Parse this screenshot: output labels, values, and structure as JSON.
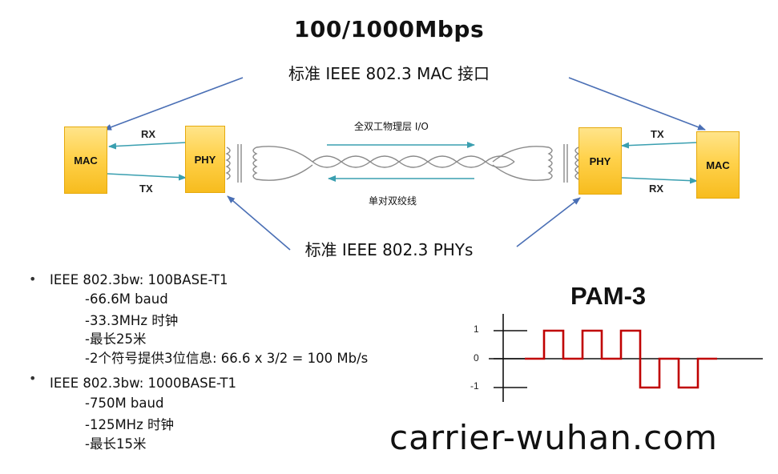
{
  "title": "100/1000Mbps",
  "mac_interface_label": "标准 IEEE 802.3 MAC 接口",
  "phy_label": "标准 IEEE 802.3 PHYs",
  "diagram": {
    "left_mac": "MAC",
    "left_phy": "PHY",
    "right_phy": "PHY",
    "right_mac": "MAC",
    "left_rx": "RX",
    "left_tx": "TX",
    "right_tx": "TX",
    "right_rx": "RX",
    "full_duplex_label": "全双工物理层 I/O",
    "twisted_pair_label": "单对双绞线",
    "colors": {
      "box": "#ffd24c",
      "arrow_blue": "#4a6fb5",
      "arrow_teal": "#3a9fb0",
      "cable": "#8a8a8a"
    }
  },
  "bullets": [
    {
      "heading": "IEEE 802.3bw: 100BASE-T1",
      "items": [
        "-66.6M baud",
        "-33.3MHz 时钟",
        "-最长25米",
        "-2个符号提供3位信息: 66.6 x 3/2 = 100 Mb/s"
      ]
    },
    {
      "heading": "IEEE 802.3bw: 1000BASE-T1",
      "items": [
        "-750M baud",
        "-125MHz 时钟",
        "-最长15米"
      ]
    }
  ],
  "pam3": {
    "title": "PAM-3",
    "y_ticks": [
      "1",
      "0",
      "-1"
    ],
    "levels": [
      0,
      1,
      0,
      1,
      0,
      1,
      -1,
      0,
      -1,
      0
    ],
    "signal_color": "#c00000"
  },
  "watermark": "carrier-wuhan.com"
}
